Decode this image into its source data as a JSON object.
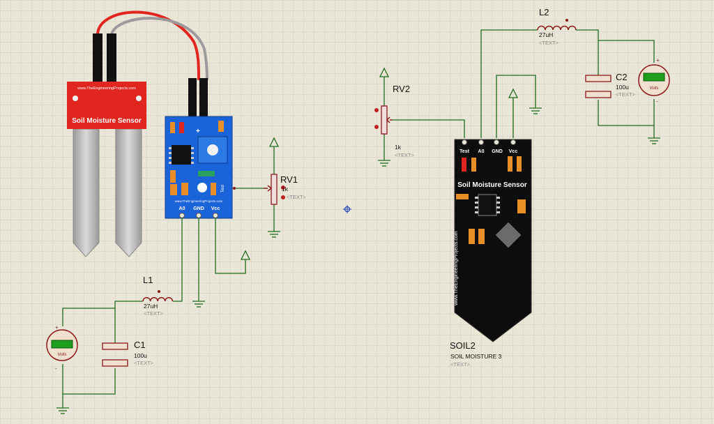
{
  "sensor_probe": {
    "website": "www.TheEngineeringProjects.com",
    "title": "Soil Moisture Sensor"
  },
  "blue_module": {
    "pins": [
      "A0",
      "GND",
      "Vcc"
    ],
    "plus_label": "+",
    "test_label": "Test",
    "website": "www.TheEngineeringProjects.com"
  },
  "rv1": {
    "ref": "RV1",
    "value": "1k",
    "text": "<TEXT>"
  },
  "rv2": {
    "ref": "RV2",
    "value": "1k",
    "text": "<TEXT>"
  },
  "l1": {
    "ref": "L1",
    "value": "27uH",
    "text": "<TEXT>"
  },
  "l2": {
    "ref": "L2",
    "value": "27uH",
    "text": "<TEXT>"
  },
  "c1": {
    "ref": "C1",
    "value": "100u",
    "text": "<TEXT>"
  },
  "c2": {
    "ref": "C2",
    "value": "100u",
    "text": "<TEXT>"
  },
  "voltmeter": {
    "label": "Volts",
    "plus": "+",
    "minus": "-"
  },
  "soil2": {
    "ref": "SOIL2",
    "model": "SOIL MOISTURE 3",
    "text": "<TEXT>",
    "title": "Soil Moisture Sensor",
    "website": "www.TheEngineeringProjects.com",
    "pins": [
      "Test",
      "A0",
      "GND",
      "Vcc"
    ]
  },
  "colors": {
    "wire": "#1f6b1f",
    "component": "#8b1a1a",
    "probe_red": "#e0261f",
    "module_blue": "#1b63d8",
    "soil_board": "#0d0d0d",
    "voltmeter_display": "#1f9d1f",
    "background": "#e9e6d7"
  }
}
